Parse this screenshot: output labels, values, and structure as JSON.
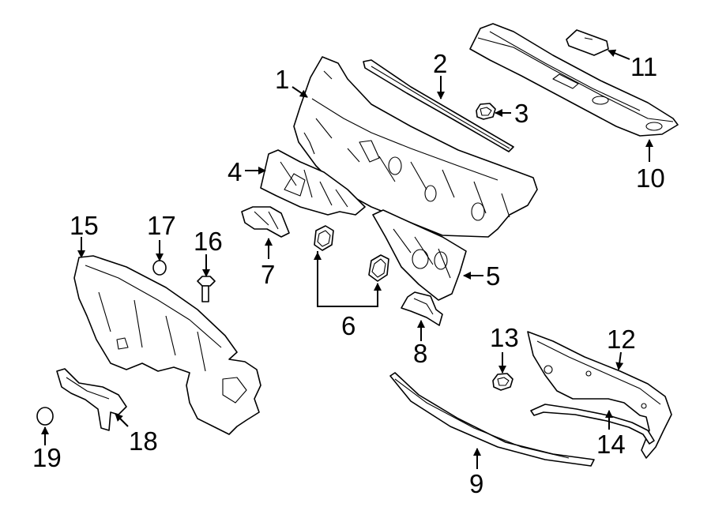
{
  "diagram": {
    "callouts": {
      "c1": "1",
      "c2": "2",
      "c3": "3",
      "c4": "4",
      "c5": "5",
      "c6": "6",
      "c7": "7",
      "c8": "8",
      "c9": "9",
      "c10": "10",
      "c11": "11",
      "c12": "12",
      "c13": "13",
      "c14": "14",
      "c15": "15",
      "c16": "16",
      "c17": "17",
      "c18": "18",
      "c19": "19"
    },
    "colors": {
      "line": "#000000",
      "background": "#ffffff"
    }
  }
}
